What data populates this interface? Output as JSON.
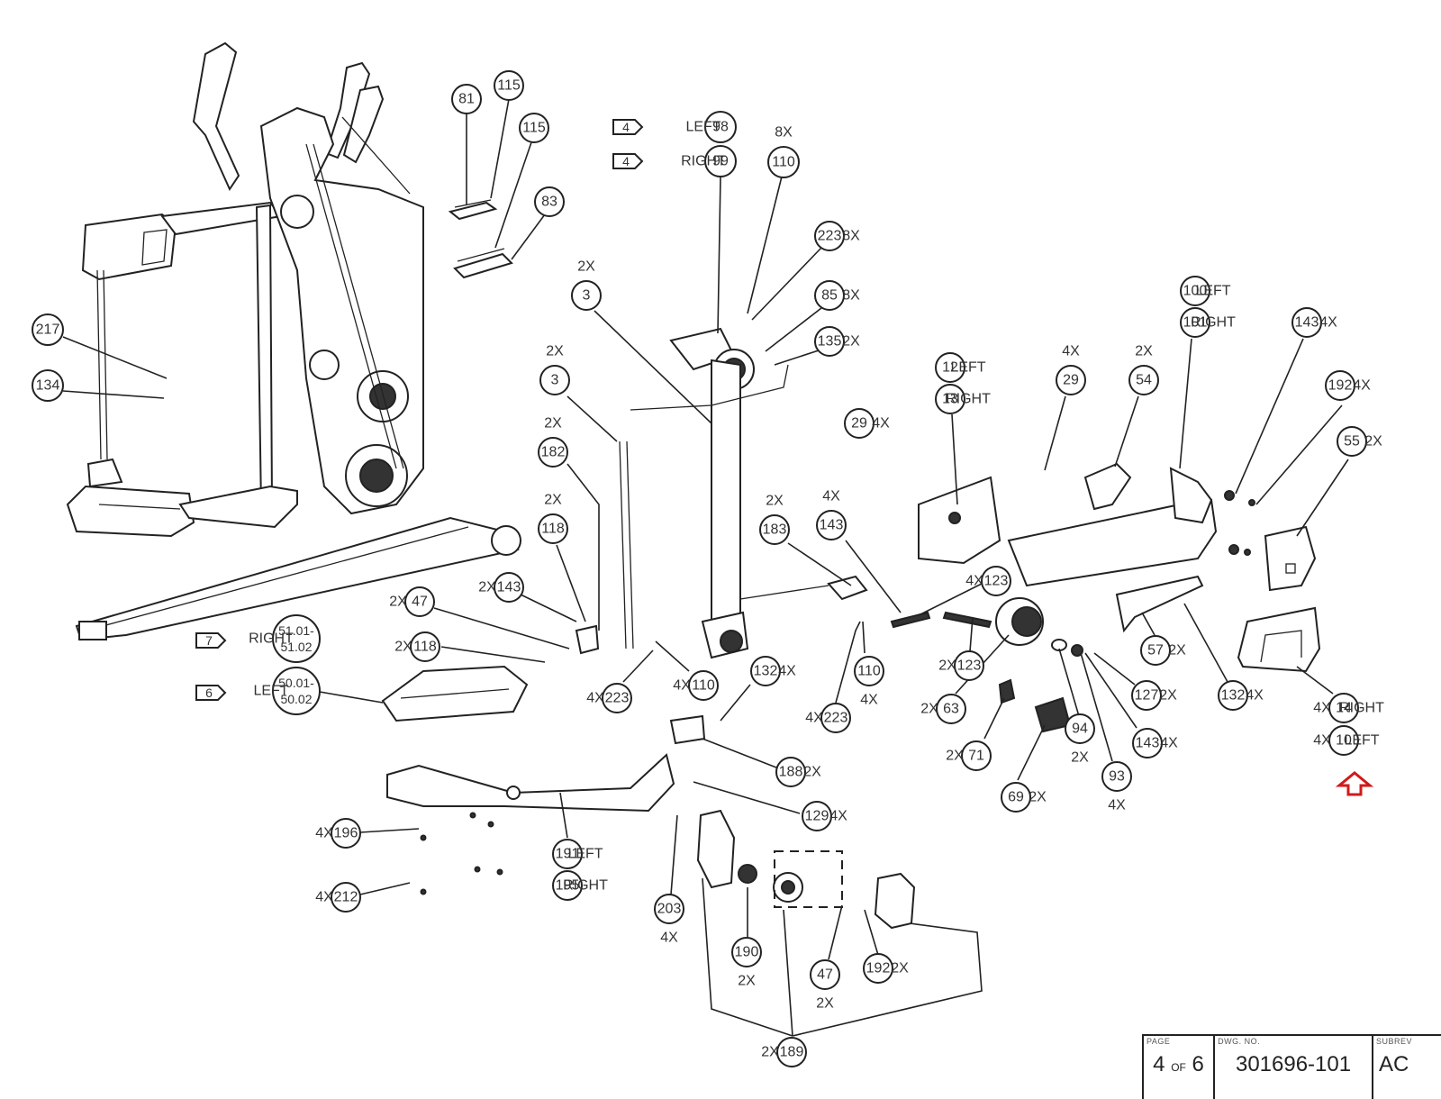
{
  "drawing": {
    "type": "exploded parts diagram",
    "accent_color": "#d11a1a",
    "line_color": "#222222"
  },
  "title_block": {
    "page_label": "PAGE",
    "page_value": "4",
    "page_of": "OF",
    "page_total": "6",
    "dwg_label": "DWG. NO.",
    "dwg_value": "301696-101",
    "subrev_label": "SUBREV",
    "subrev_value": "AC"
  },
  "callouts": [
    {
      "id": "81",
      "part": "81",
      "qty": ""
    },
    {
      "id": "115a",
      "part": "115",
      "qty": ""
    },
    {
      "id": "115b",
      "part": "115",
      "qty": ""
    },
    {
      "id": "83",
      "part": "83",
      "qty": ""
    },
    {
      "id": "98",
      "part": "98",
      "qty": "",
      "side": "LEFT",
      "flag": "4"
    },
    {
      "id": "99",
      "part": "99",
      "qty": "",
      "side": "RIGHT",
      "flag": "4"
    },
    {
      "id": "110a",
      "part": "110",
      "qty": "8X"
    },
    {
      "id": "223a",
      "part": "223",
      "qty": "8X"
    },
    {
      "id": "85",
      "part": "85",
      "qty": "8X"
    },
    {
      "id": "135",
      "part": "135",
      "qty": "2X"
    },
    {
      "id": "3a",
      "part": "3",
      "qty": "2X"
    },
    {
      "id": "3b",
      "part": "3",
      "qty": "2X"
    },
    {
      "id": "182",
      "part": "182",
      "qty": "2X"
    },
    {
      "id": "118a",
      "part": "118",
      "qty": "2X"
    },
    {
      "id": "143a",
      "part": "143",
      "qty": "2X"
    },
    {
      "id": "47a",
      "part": "47",
      "qty": "2X"
    },
    {
      "id": "118b",
      "part": "118",
      "qty": "2X"
    },
    {
      "id": "51",
      "part": "51.01-\n51.02",
      "line1": "51.01-",
      "line2": "51.02",
      "side": "RIGHT",
      "flag": "7"
    },
    {
      "id": "50",
      "part": "50.01-\n50.02",
      "line1": "50.01-",
      "line2": "50.02",
      "side": "LEFT",
      "flag": "6"
    },
    {
      "id": "217",
      "part": "217",
      "qty": ""
    },
    {
      "id": "134",
      "part": "134",
      "qty": ""
    },
    {
      "id": "12",
      "part": "12",
      "side": "LEFT"
    },
    {
      "id": "13",
      "part": "13",
      "side": "RIGHT"
    },
    {
      "id": "29a",
      "part": "29",
      "qty": "4X"
    },
    {
      "id": "29b",
      "part": "29",
      "qty": "4X"
    },
    {
      "id": "54",
      "part": "54",
      "qty": "2X"
    },
    {
      "id": "100",
      "part": "100",
      "side": "LEFT"
    },
    {
      "id": "101",
      "part": "101",
      "side": "RIGHT"
    },
    {
      "id": "143b",
      "part": "143",
      "qty": "4X"
    },
    {
      "id": "192a",
      "part": "192",
      "qty": "4X"
    },
    {
      "id": "55",
      "part": "55",
      "qty": "2X"
    },
    {
      "id": "183",
      "part": "183",
      "qty": "2X"
    },
    {
      "id": "143c",
      "part": "143",
      "qty": "4X"
    },
    {
      "id": "123a",
      "part": "123",
      "qty": "4X"
    },
    {
      "id": "123b",
      "part": "123",
      "qty": "2X"
    },
    {
      "id": "110b",
      "part": "110",
      "qty": "4X"
    },
    {
      "id": "223b",
      "part": "223",
      "qty": "4X"
    },
    {
      "id": "63",
      "part": "63",
      "qty": "2X"
    },
    {
      "id": "57",
      "part": "57",
      "qty": "2X"
    },
    {
      "id": "132a",
      "part": "132",
      "qty": "4X"
    },
    {
      "id": "127",
      "part": "127",
      "qty": "2X"
    },
    {
      "id": "94",
      "part": "94",
      "qty": "2X"
    },
    {
      "id": "93",
      "part": "93",
      "qty": "4X"
    },
    {
      "id": "143d",
      "part": "143",
      "qty": "4X"
    },
    {
      "id": "71",
      "part": "71",
      "qty": "2X"
    },
    {
      "id": "69",
      "part": "69",
      "qty": "2X"
    },
    {
      "id": "14",
      "part": "14",
      "qty": "4X",
      "side": "RIGHT"
    },
    {
      "id": "10",
      "part": "10",
      "qty": "4X",
      "side": "LEFT"
    },
    {
      "id": "223c",
      "part": "223",
      "qty": "4X"
    },
    {
      "id": "110c",
      "part": "110",
      "qty": "4X"
    },
    {
      "id": "132b",
      "part": "132",
      "qty": "4X"
    },
    {
      "id": "188",
      "part": "188",
      "qty": "2X"
    },
    {
      "id": "129",
      "part": "129",
      "qty": "4X"
    },
    {
      "id": "196",
      "part": "196",
      "qty": "4X"
    },
    {
      "id": "212",
      "part": "212",
      "qty": "4X"
    },
    {
      "id": "191",
      "part": "191",
      "side": "LEFT"
    },
    {
      "id": "195",
      "part": "195",
      "side": "RIGHT"
    },
    {
      "id": "203",
      "part": "203",
      "qty": "4X"
    },
    {
      "id": "190",
      "part": "190",
      "qty": "2X"
    },
    {
      "id": "47b",
      "part": "47",
      "qty": "2X"
    },
    {
      "id": "192b",
      "part": "192",
      "qty": "2X"
    },
    {
      "id": "189",
      "part": "189",
      "qty": "2X"
    }
  ],
  "highlight": {
    "target_part": "10",
    "icon": "up-arrow-icon",
    "color": "#d11a1a"
  }
}
